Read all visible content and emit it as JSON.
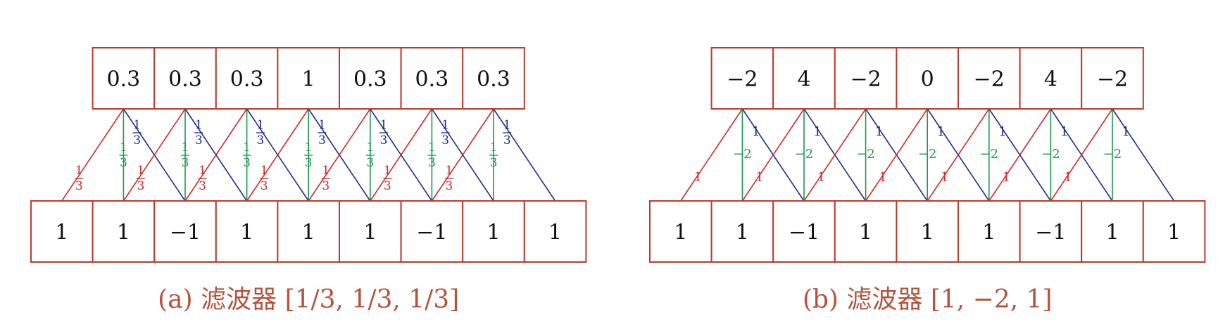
{
  "panels": [
    {
      "id": "a",
      "caption": "(a) 滤波器 [1/3, 1/3, 1/3]",
      "output": [
        "0.3",
        "0.3",
        "0.3",
        "1",
        "0.3",
        "0.3",
        "0.3"
      ],
      "input": [
        "1",
        "1",
        "−1",
        "1",
        "1",
        "1",
        "−1",
        "1",
        "1"
      ],
      "weights": [
        {
          "num": "1",
          "den": "3",
          "color": "#d62728"
        },
        {
          "num": "1",
          "den": "3",
          "color": "#1a9850"
        },
        {
          "num": "1",
          "den": "3",
          "color": "#1f2e8c"
        }
      ]
    },
    {
      "id": "b",
      "caption": "(b) 滤波器 [1, −2, 1]",
      "output": [
        "−2",
        "4",
        "−2",
        "0",
        "−2",
        "4",
        "−2"
      ],
      "input": [
        "1",
        "1",
        "−1",
        "1",
        "1",
        "1",
        "−1",
        "1",
        "1"
      ],
      "weights": [
        {
          "text": "1",
          "color": "#d62728"
        },
        {
          "text": "−2",
          "color": "#1a9850"
        },
        {
          "text": "1",
          "color": "#1f2e8c"
        }
      ]
    }
  ]
}
